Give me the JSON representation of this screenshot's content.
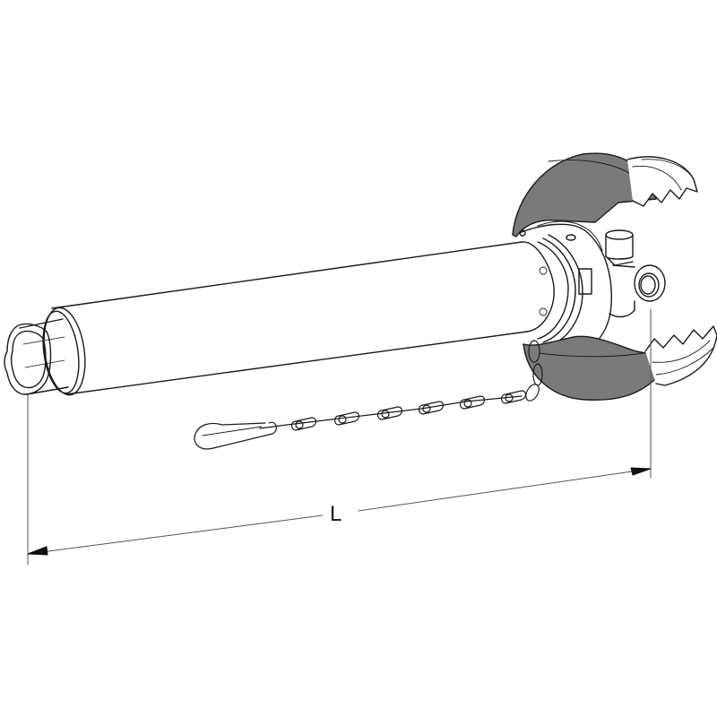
{
  "diagram": {
    "subject": "PTO shaft guard tube with guard cone and safety chain",
    "dimension": {
      "label": "L"
    },
    "colors": {
      "line": "#1a1a1a",
      "guard_fill": "#7a7a7a",
      "dimension_line": "#555555",
      "background": "#ffffff"
    },
    "parts": [
      "guard-tube",
      "bearing-ring",
      "guard-cone",
      "yoke",
      "safety-chain",
      "snap-hook",
      "dimension-line"
    ]
  }
}
